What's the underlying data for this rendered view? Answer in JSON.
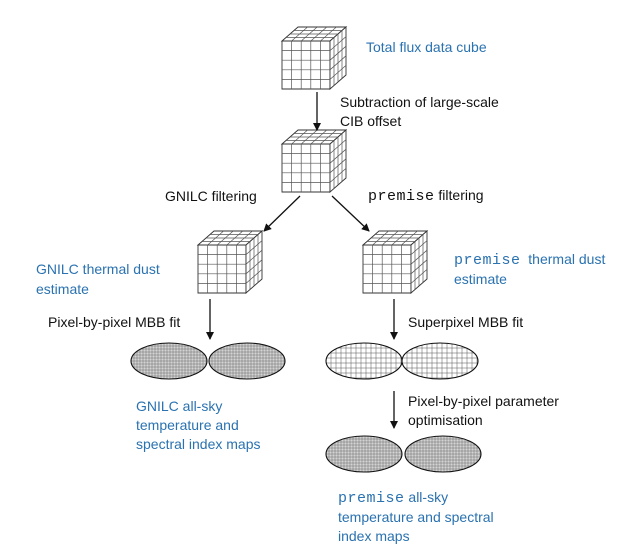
{
  "colors": {
    "accent_blue": "#2a72b0",
    "text": "#111111",
    "stroke": "#333333"
  },
  "nodes": {
    "total_cube": {
      "label": "Total flux data cube",
      "icon": "data-cube-icon"
    },
    "step_cib": {
      "line1": "Subtraction of large-scale",
      "line2": "CIB offset"
    },
    "filter_cube": {
      "icon": "data-cube-icon"
    },
    "gnilc_filtering": {
      "label": "GNILC filtering"
    },
    "premise_filtering": {
      "code": "premise",
      "rest": "filtering"
    },
    "gnilc_dust": {
      "line1": "GNILC thermal dust",
      "line2": "estimate",
      "icon": "data-cube-icon"
    },
    "premise_dust": {
      "code": "premise",
      "rest": "thermal dust",
      "line2": "estimate",
      "icon": "data-cube-icon"
    },
    "gnilc_fit": {
      "label": "Pixel-by-pixel MBB fit"
    },
    "premise_fit": {
      "label": "Superpixel MBB fit"
    },
    "gnilc_maps": {
      "line1": "GNILC all-sky",
      "line2": "temperature and",
      "line3": "spectral index maps",
      "icon": "sky-map-icon"
    },
    "premise_opt": {
      "line1": "Pixel-by-pixel parameter",
      "line2": "optimisation"
    },
    "premise_super_maps": {
      "icon": "sky-map-icon"
    },
    "premise_maps": {
      "code": "premise",
      "rest": "all-sky",
      "line2": "temperature and spectral",
      "line3": "index maps",
      "icon": "sky-map-icon"
    }
  }
}
